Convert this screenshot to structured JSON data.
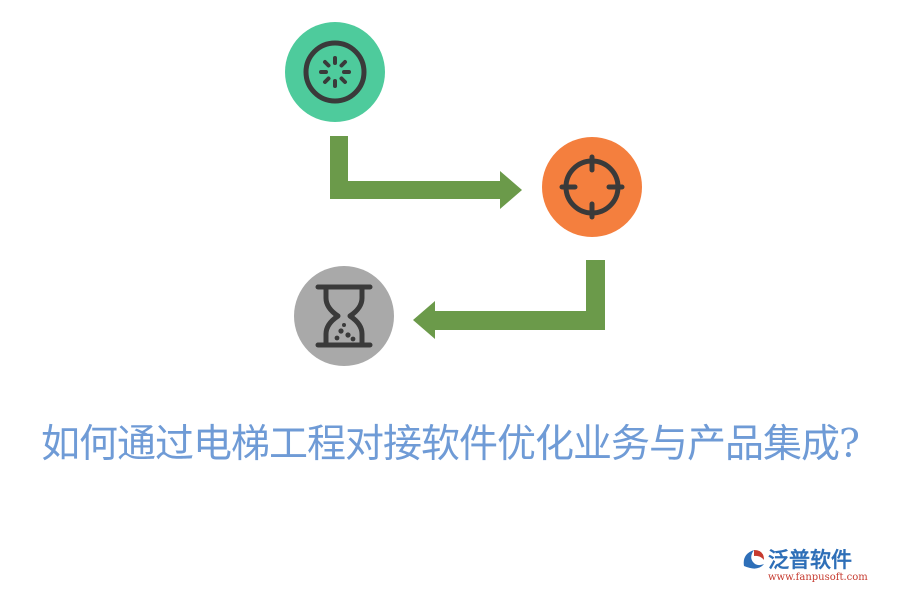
{
  "title": "如何通过电梯工程对接软件优化业务与产品集成?",
  "colors": {
    "title_text": "#6f9bd6",
    "node_green": "#4ecb9c",
    "node_orange": "#f47f3e",
    "node_gray": "#a9a9a9",
    "icon_stroke": "#3a3a3a",
    "connector": "#6b9a4a"
  },
  "nodes": [
    {
      "id": "step-1",
      "icon": "wheel-icon",
      "color": "#4ecb9c"
    },
    {
      "id": "step-2",
      "icon": "crosshair-icon",
      "color": "#f47f3e"
    },
    {
      "id": "step-3",
      "icon": "hourglass-icon",
      "color": "#a9a9a9"
    }
  ],
  "connectors": [
    {
      "from": "step-1",
      "to": "step-2"
    },
    {
      "from": "step-2",
      "to": "step-3"
    }
  ],
  "brand": {
    "name": "泛普软件",
    "url": "www.fanpusoft.com",
    "logo_icon": "fanpu-logo-icon"
  }
}
